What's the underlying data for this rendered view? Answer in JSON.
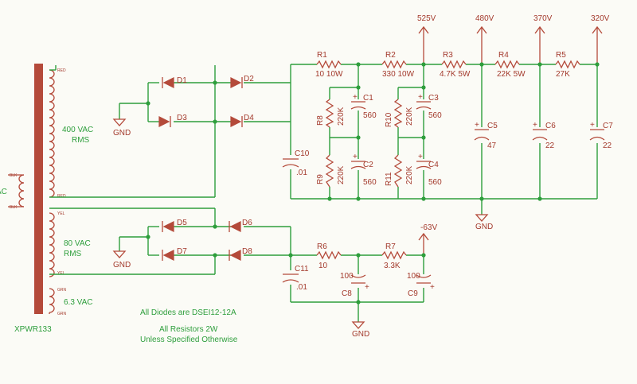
{
  "transformer": {
    "part_number": "XPWR133",
    "primary_label": "AC",
    "primary_lead_top": "BLK",
    "primary_lead_bottom": "BLK",
    "sec1_lead_top": "RED",
    "sec1_lead_bottom": "RED",
    "sec1_voltage_line1": "400 VAC",
    "sec1_voltage_line2": "RMS",
    "sec2_lead_top": "YEL",
    "sec2_lead_bottom": "YEL",
    "sec2_voltage_line1": "80 VAC",
    "sec2_voltage_line2": "RMS",
    "sec3_lead_top": "GRN",
    "sec3_lead_bottom": "GRN",
    "sec3_voltage": "6.3 VAC"
  },
  "diodes": {
    "d1": "D1",
    "d2": "D2",
    "d3": "D3",
    "d4": "D4",
    "d5": "D5",
    "d6": "D6",
    "d7": "D7",
    "d8": "D8"
  },
  "resistors": {
    "r1": {
      "ref": "R1",
      "value": "10 10W"
    },
    "r2": {
      "ref": "R2",
      "value": "330 10W"
    },
    "r3": {
      "ref": "R3",
      "value": "4.7K 5W"
    },
    "r4": {
      "ref": "R4",
      "value": "22K 5W"
    },
    "r5": {
      "ref": "R5",
      "value": "27K"
    },
    "r6": {
      "ref": "R6",
      "value": "10"
    },
    "r7": {
      "ref": "R7",
      "value": "3.3K"
    },
    "r8": {
      "ref": "R8",
      "value": "220K"
    },
    "r9": {
      "ref": "R9",
      "value": "220K"
    },
    "r10": {
      "ref": "R10",
      "value": "220K"
    },
    "r11": {
      "ref": "R11",
      "value": "220K"
    }
  },
  "capacitors": {
    "c1": {
      "ref": "C1",
      "value": "560"
    },
    "c2": {
      "ref": "C2",
      "value": "560"
    },
    "c3": {
      "ref": "C3",
      "value": "560"
    },
    "c4": {
      "ref": "C4",
      "value": "560"
    },
    "c5": {
      "ref": "C5",
      "value": "47"
    },
    "c6": {
      "ref": "C6",
      "value": "22"
    },
    "c7": {
      "ref": "C7",
      "value": "22"
    },
    "c8": {
      "ref": "C8",
      "value": "100"
    },
    "c9": {
      "ref": "C9",
      "value": "100"
    },
    "c10": {
      "ref": "C10",
      "value": ".01"
    },
    "c11": {
      "ref": "C11",
      "value": ".01"
    }
  },
  "rails": {
    "v525": "525V",
    "v480": "480V",
    "v370": "370V",
    "v320": "320V",
    "vneg63": "-63V"
  },
  "ground_label": "GND",
  "notes": {
    "diodes": "All Diodes are DSEI12-12A",
    "resistors_line1": "All Resistors 2W",
    "resistors_line2": "Unless Specified Otherwise"
  }
}
